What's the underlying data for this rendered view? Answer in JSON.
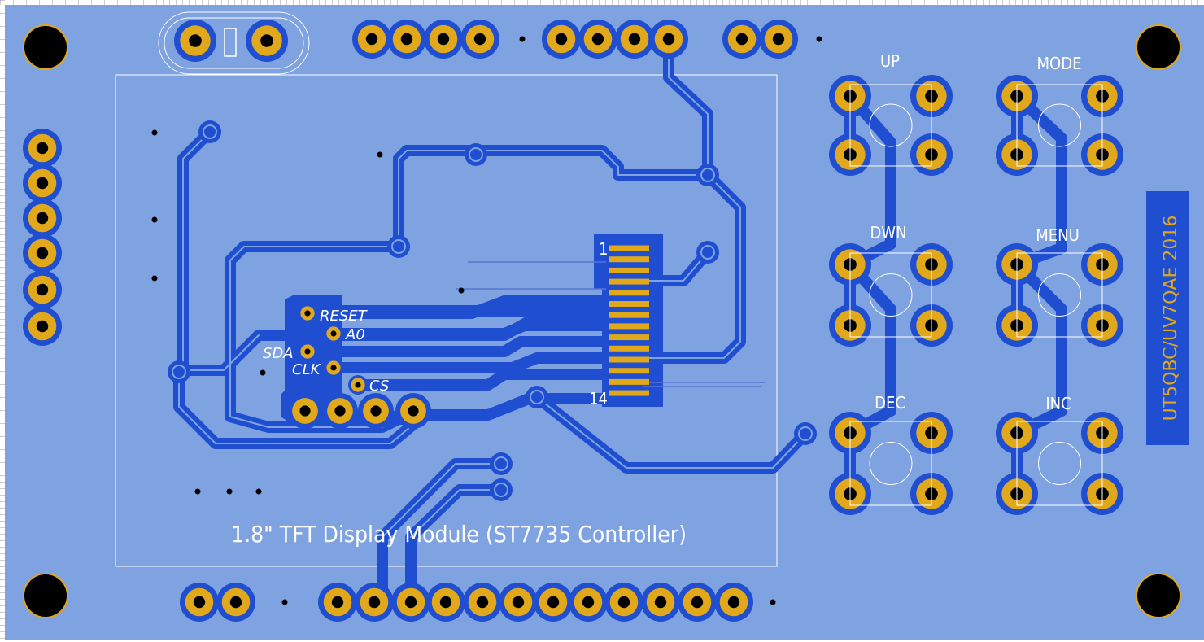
{
  "board": {
    "colors": {
      "pcb": "#7fa2e0",
      "copper": "#1f4fd0",
      "pad": "#e0a81a",
      "silk": "#ffffff",
      "hole": "#000000"
    },
    "display_title": "1.8\" TFT Display Module (ST7735 Controller)",
    "signature": "UT5QBC/UV7QAE 2016",
    "connector_pin_first": "1",
    "connector_pin_last": "14",
    "signal_labels": {
      "reset": "RESET",
      "a0": "A0",
      "sda": "SDA",
      "clk": "CLK",
      "cs": "CS"
    },
    "buttons": {
      "up": "UP",
      "mode": "MODE",
      "dwn": "DWN",
      "menu": "MENU",
      "dec": "DEC",
      "inc": "INC"
    }
  }
}
